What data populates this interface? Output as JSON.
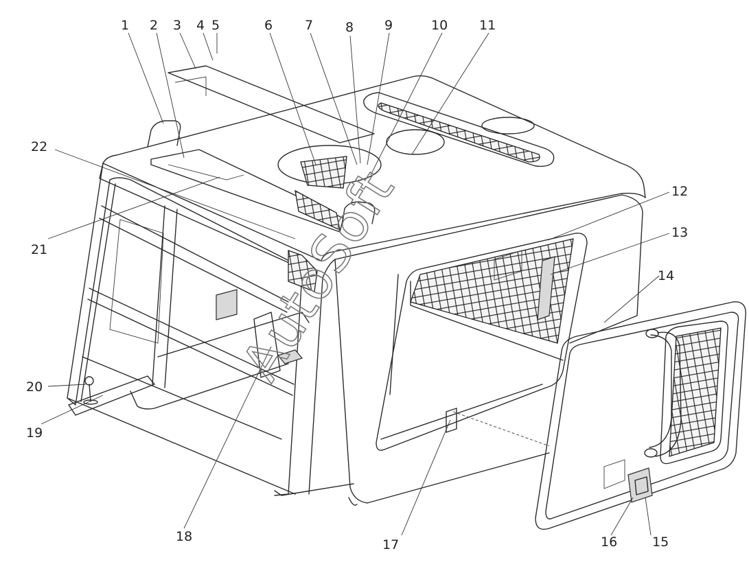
{
  "diagram": {
    "callouts": [
      "1",
      "2",
      "3",
      "4",
      "5",
      "6",
      "7",
      "8",
      "9",
      "10",
      "11",
      "12",
      "13",
      "14",
      "15",
      "16",
      "17",
      "18",
      "19",
      "20",
      "21",
      "22"
    ],
    "watermark": "AutoSoft"
  }
}
